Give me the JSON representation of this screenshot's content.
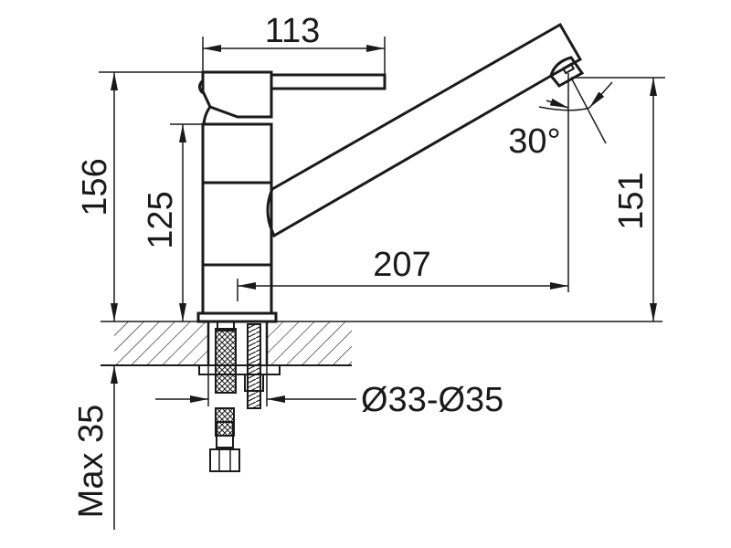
{
  "drawing": {
    "title": "Faucet dimension drawing",
    "dimensions": {
      "lever_length": "113",
      "total_height": "156",
      "body_height": "125",
      "spout_reach": "207",
      "spout_height": "151",
      "spout_angle": "30°",
      "hole_diameter": "Ø33-Ø35",
      "max_counter_thickness": "Max 35"
    },
    "line_color": "#1a1a1a"
  }
}
